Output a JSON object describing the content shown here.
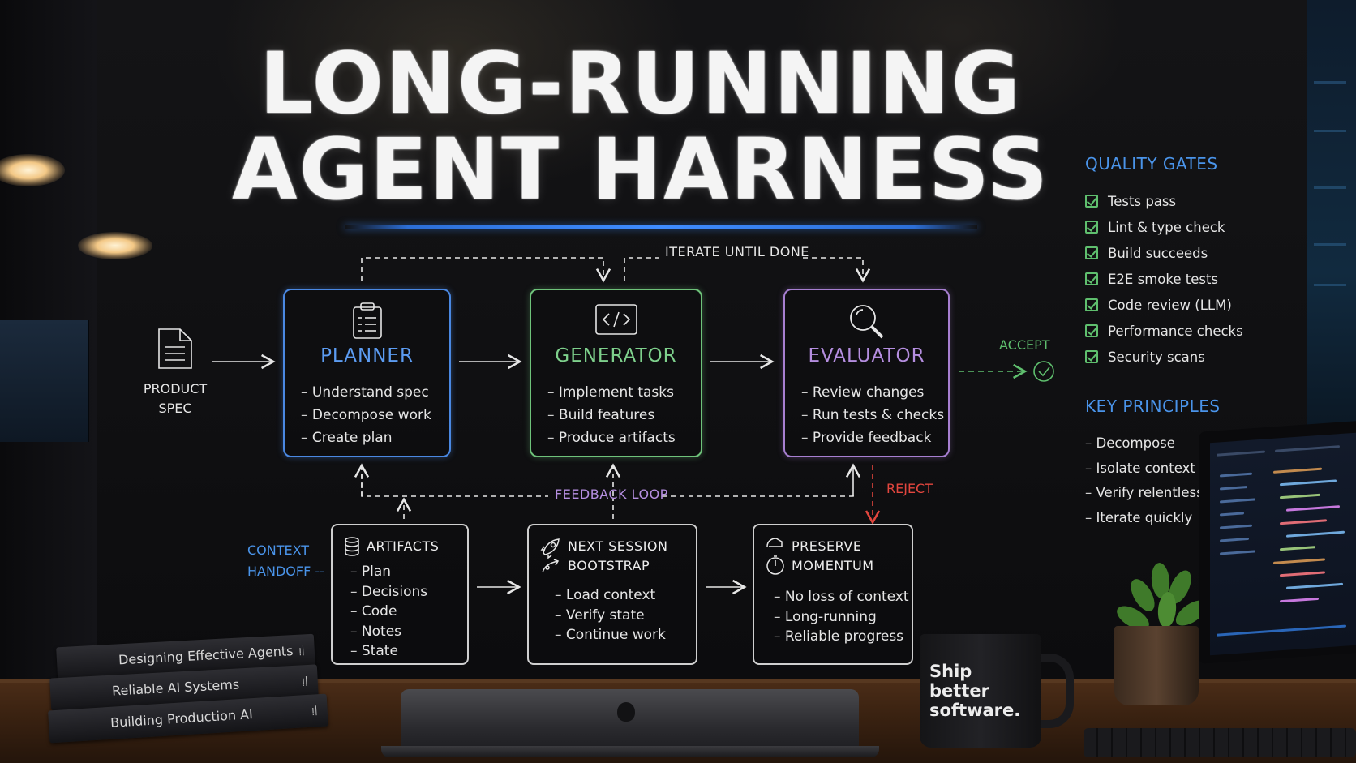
{
  "title": {
    "line1": "LONG-RUNNING",
    "line2": "AGENT HARNESS"
  },
  "diagram": {
    "product_spec": {
      "line1": "PRODUCT",
      "line2": "SPEC",
      "icon": "document-icon"
    },
    "iterate_label": "ITERATE UNTIL DONE",
    "feedback_label": "FEEDBACK LOOP",
    "accept_label": "ACCEPT",
    "reject_label": "REJECT",
    "context_handoff": {
      "line1": "CONTEXT",
      "line2": "HANDOFF --"
    },
    "planner": {
      "title": "PLANNER",
      "icon": "clipboard-icon",
      "items": [
        "Understand spec",
        "Decompose work",
        "Create plan"
      ]
    },
    "generator": {
      "title": "GENERATOR",
      "icon": "code-icon",
      "items": [
        "Implement tasks",
        "Build features",
        "Produce artifacts"
      ]
    },
    "evaluator": {
      "title": "EVALUATOR",
      "icon": "magnifier-icon",
      "items": [
        "Review changes",
        "Run tests & checks",
        "Provide feedback"
      ]
    },
    "artifacts": {
      "title": "ARTIFACTS",
      "icon": "database-icon",
      "items": [
        "Plan",
        "Decisions",
        "Code",
        "Notes",
        "State"
      ]
    },
    "next_session": {
      "title_line1": "NEXT SESSION",
      "title_line2": "BOOTSTRAP",
      "icon": "rocket-icon",
      "items": [
        "Load context",
        "Verify state",
        "Continue work"
      ]
    },
    "preserve": {
      "title_line1": "PRESERVE",
      "title_line2": "MOMENTUM",
      "icon": "stopwatch-icon",
      "items": [
        "No loss of context",
        "Long-running",
        "Reliable progress"
      ]
    }
  },
  "quality_gates": {
    "title": "QUALITY GATES",
    "items": [
      "Tests pass",
      "Lint & type check",
      "Build succeeds",
      "E2E smoke tests",
      "Code review (LLM)",
      "Performance checks",
      "Security scans"
    ]
  },
  "key_principles": {
    "title": "KEY PRINCIPLES",
    "items": [
      "Decompose",
      "Isolate context",
      "Verify relentlessly",
      "Iterate quickly"
    ]
  },
  "desk": {
    "books": [
      "Designing Effective Agents",
      "Reliable AI Systems",
      "Building Production AI"
    ],
    "mug": {
      "line1": "Ship",
      "line2": "better",
      "line3": "software."
    }
  },
  "colors": {
    "planner": "#4a88e2",
    "generator": "#6ec27a",
    "evaluator": "#a77fd1",
    "accept": "#5fbf6e",
    "reject": "#e2463e",
    "accent_blue": "#4a94ea"
  }
}
